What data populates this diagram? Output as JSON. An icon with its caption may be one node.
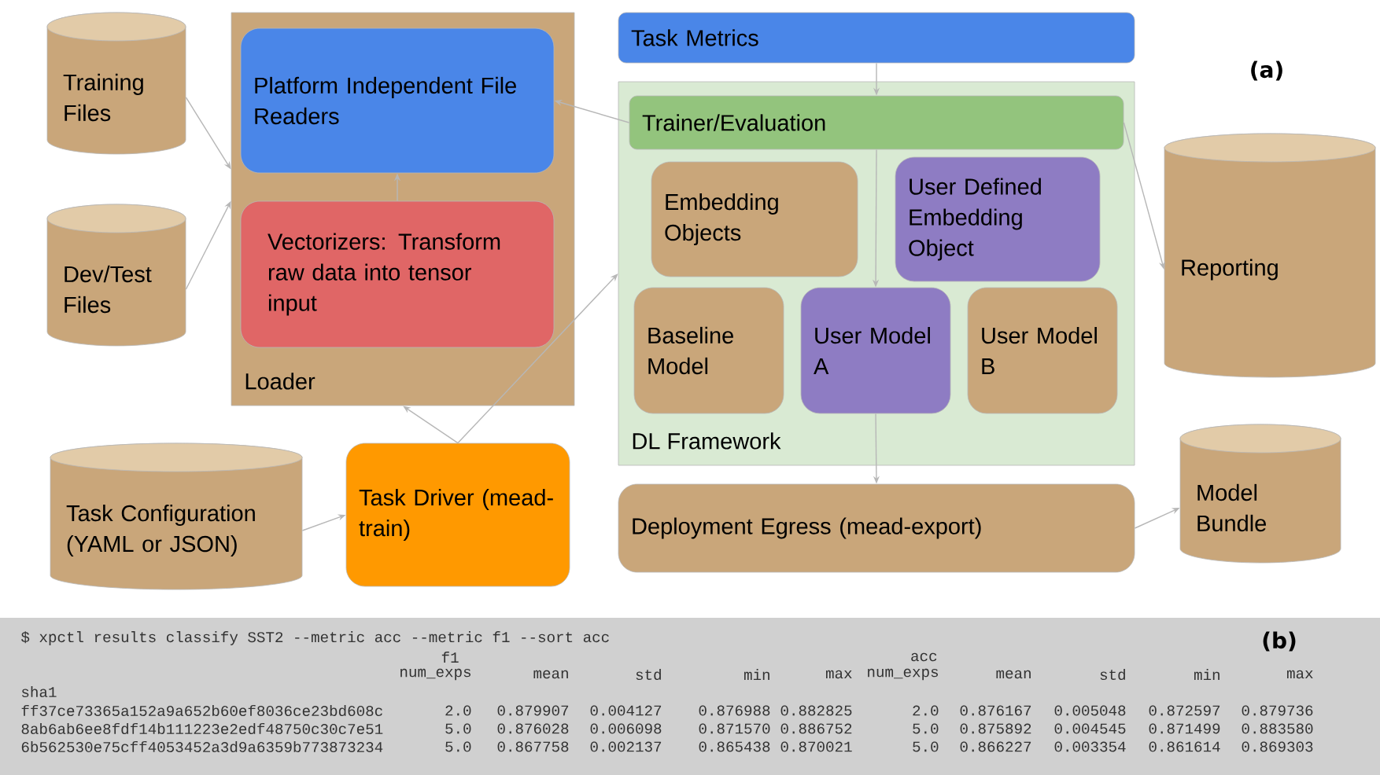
{
  "diagram": {
    "nodes": [
      {
        "text": [
          "Training Files"
        ]
      },
      {
        "text": [
          "Dev/Test Files"
        ]
      },
      {
        "text": [
          "Loader"
        ]
      },
      {
        "text": [
          "Platform Independent File Readers"
        ],
        "in": 2
      },
      {
        "text": [
          "Vectorizers: Transform raw data into tensor input"
        ],
        "in": 2
      },
      {
        "text": [
          "Task Metrics"
        ]
      },
      {
        "text": [
          "DL Framework"
        ]
      },
      {
        "text": [
          "Trainer/Evaluation"
        ],
        "in": 6
      },
      {
        "text": [
          "Embedding Objects"
        ],
        "in": 6
      },
      {
        "text": [
          "User Defined Embedding Object"
        ],
        "in": 6
      },
      {
        "text": [
          "Baseline Model"
        ],
        "in": 6
      },
      {
        "text": [
          "User Model A"
        ],
        "in": 6
      },
      {
        "text": [
          "User Model B"
        ],
        "in": 6
      },
      {
        "text": [
          "Reporting"
        ]
      },
      {
        "text": [
          "Task Configuration (YAML or JSON)"
        ]
      },
      {
        "text": [
          "Task Driver (mead-train)"
        ]
      },
      {
        "text": [
          "Deployment Egress (mead-export)"
        ]
      },
      {
        "text": [
          "Model Bundle"
        ]
      }
    ],
    "edges": [
      {
        "from": 0,
        "to": 2,
        "arrow": "to"
      },
      {
        "from": 1,
        "to": 2,
        "arrow": "to"
      },
      {
        "from": 4,
        "to": 3,
        "arrow": "to"
      },
      {
        "from": 7,
        "to": 3,
        "arrow": "to"
      },
      {
        "from": 5,
        "to": 7,
        "arrow": "to"
      },
      {
        "from": 7,
        "to": 11,
        "arrow": "to"
      },
      {
        "from": 11,
        "to": 16,
        "arrow": "to"
      },
      {
        "from": 7,
        "to": 13,
        "arrow": "to"
      },
      {
        "from": 15,
        "to": 2,
        "arrow": "to"
      },
      {
        "from": 15,
        "to": 6,
        "arrow": "to"
      },
      {
        "from": 14,
        "to": 15,
        "arrow": "to"
      },
      {
        "from": 16,
        "to": 17,
        "arrow": "to"
      }
    ],
    "labels": [
      "(a)",
      "$ xpctl results classify SST2 --metric acc --metric f1 --sort acc",
      "(b)",
      "f1",
      "acc",
      "num_exps",
      "mean",
      "std",
      "min",
      "max",
      "num_exps",
      "mean",
      "std",
      "min",
      "max",
      "sha1",
      "ff37ce73365a152a9a652b60ef8036ce23bd608c",
      "2.0",
      "0.879907",
      "0.004127",
      "0.876988",
      "0.882825",
      "2.0",
      "0.876167",
      "0.005048",
      "0.872597",
      "0.879736",
      "8ab6ab6ee8fdf14b111223e2edf48750c30c7e51",
      "5.0",
      "0.876028",
      "0.006098",
      "0.871570",
      "0.886752",
      "5.0",
      "0.875892",
      "0.004545",
      "0.871499",
      "0.883580",
      "6b562530e75cff4053452a3d9a6359b773873234",
      "5.0",
      "0.867758",
      "0.002137",
      "0.865438",
      "0.870021",
      "5.0",
      "0.866227",
      "0.003354",
      "0.861614",
      "0.869303"
    ]
  }
}
